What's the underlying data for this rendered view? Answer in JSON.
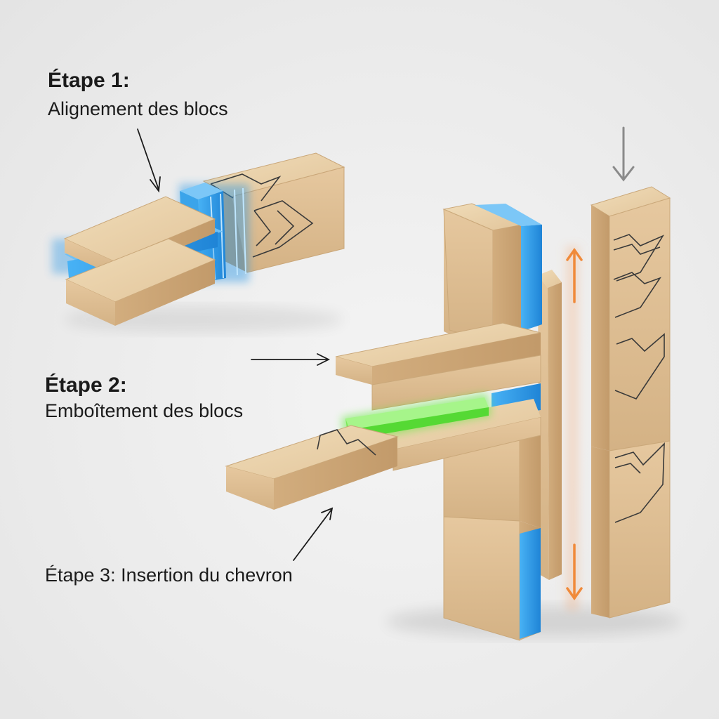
{
  "steps": [
    {
      "title": "Étape 1:",
      "description": "Alignement des blocs"
    },
    {
      "title": "Étape 2:",
      "description": "Emboîtement des blocs"
    },
    {
      "title": "Étape 3: Insertion du chevron"
    }
  ],
  "colors": {
    "background": "#ececec",
    "wood_light": "#e9cfa6",
    "wood_mid": "#d9b88c",
    "wood_dark": "#c49b6c",
    "connector_blue": "#2a97e6",
    "connector_green": "#5ee83a",
    "motion_arrow": "#f08a3a",
    "label_arrow": "#1b1b1b"
  }
}
